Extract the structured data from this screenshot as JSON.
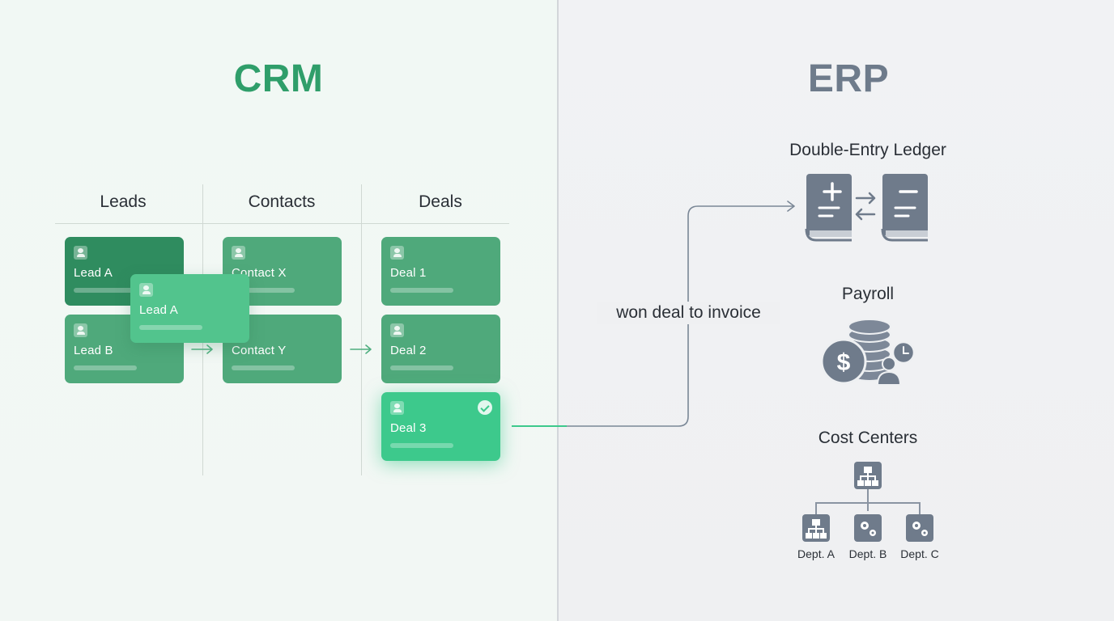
{
  "crm": {
    "title": "CRM",
    "columns": [
      "Leads",
      "Contacts",
      "Deals"
    ],
    "cards": {
      "lead_a": "Lead A",
      "lead_b": "Lead B",
      "dragging": "Lead A",
      "contact_x": "Contact X",
      "contact_y": "Contact Y",
      "deal_1": "Deal 1",
      "deal_2": "Deal 2",
      "deal_3": "Deal 3"
    }
  },
  "flow": {
    "label": "won deal to invoice"
  },
  "erp": {
    "title": "ERP",
    "modules": {
      "ledger": "Double-Entry Ledger",
      "payroll": "Payroll",
      "cost_centers": "Cost Centers"
    },
    "departments": [
      "Dept. A",
      "Dept. B",
      "Dept. C"
    ]
  },
  "colors": {
    "crm_accent": "#2f9e6a",
    "erp_accent": "#6e7b8b",
    "card": "#4fa97b",
    "card_highlight": "#3dc98c",
    "icon_slate": "#6f7b8b"
  }
}
